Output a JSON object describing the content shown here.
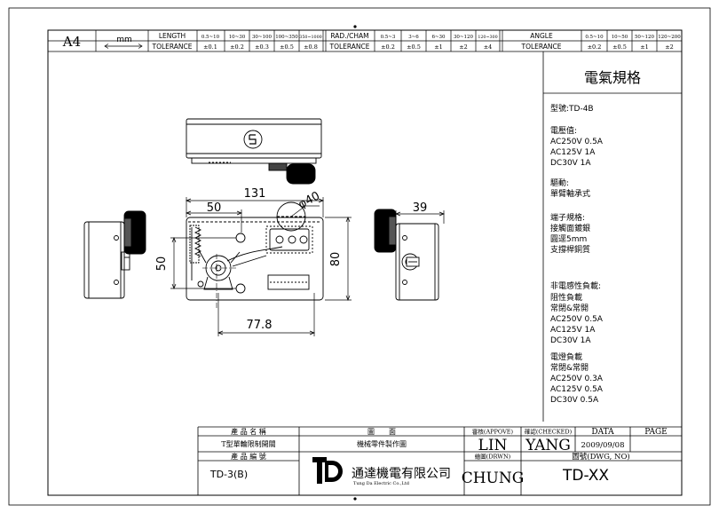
{
  "header": {
    "paper_size": "A4",
    "unit": "mm",
    "length_label": "LENGTH",
    "tolerance_label": "TOLERANCE",
    "length_ranges": [
      "0.5~10",
      "10~30",
      "30~100",
      "100~350",
      "350~1000"
    ],
    "length_tols": [
      "±0.1",
      "±0.2",
      "±0.3",
      "±0.5",
      "±0.8"
    ],
    "radcham_label": "RAD./CHAM",
    "radcham_ranges": [
      "0.5~3",
      "3~6",
      "6~30",
      "30~120",
      "120~300"
    ],
    "radcham_tols": [
      "±0.2",
      "±0.5",
      "±1",
      "±2",
      "±4"
    ],
    "angle_label": "ANGLE",
    "angle_ranges": [
      "0.5~10",
      "10~50",
      "50~120",
      "120~200"
    ],
    "angle_tols": [
      "±0.2",
      "±0.5",
      "±1",
      "±2"
    ]
  },
  "spec": {
    "title": "電氣規格",
    "model": "型號:TD-4B",
    "rating_title": "電壓值:",
    "rating_lines": [
      "AC250V  0.5A",
      "AC125V   1A",
      "DC30V    1A"
    ],
    "drive_title": "驅動:",
    "drive_text": "單臂軸承式",
    "terminal_title": "端子規格:",
    "terminal_lines": [
      "接觸面鍍銀",
      "圓逕5mm",
      "支撐桿銅質"
    ],
    "nonind_title": "非電感性負載:",
    "nonind_lines": [
      "阻性負載",
      "常閉&常開",
      "AC250V  0.5A",
      "AC125V   1A",
      "DC30V    1A"
    ],
    "motor_title": "電燈負載",
    "motor_lines": [
      "常閉&常開",
      "AC250V  0.3A",
      "AC125V   0.5A",
      "DC30V    0.5A"
    ]
  },
  "dimensions": {
    "width": "131",
    "offset": "50",
    "dia": "φ40",
    "height": "80",
    "inner_h": "50",
    "bottom": "77.8",
    "depth": "39"
  },
  "titleblock": {
    "product_name_label": "產 品 名 稱",
    "product_name": "T型單輪限制開關",
    "drawing_label": "圖　　面",
    "drawing_name": "機械零件製作圖",
    "approve_label": "審核(APPOVE)",
    "checked_label": "確認(CHECKED)",
    "data_label": "DATA",
    "page_label": "PAGE",
    "approver": "LIN",
    "checker": "YANG",
    "date": "2009/09/08",
    "product_no_label": "產 品 編 號",
    "product_no": "TD-3(B)",
    "drawn_label": "繪圖(DRWN)",
    "dwg_label": "圖號(DWG, NO)",
    "drawer": "CHUNG",
    "dwg_no": "TD-XX",
    "company_cn": "通達機電有限公司",
    "company_en": "Tung  Da  Electric      Co.,Ltd"
  }
}
